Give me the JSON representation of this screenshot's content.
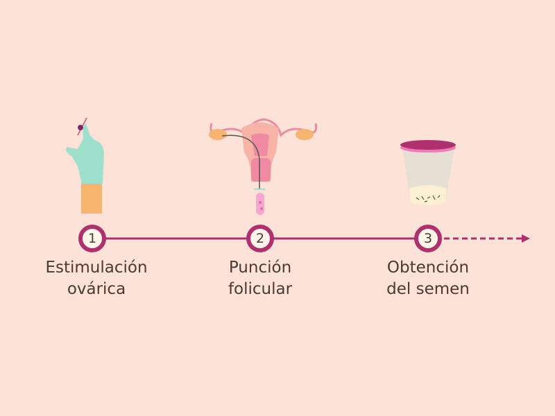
{
  "colors": {
    "background": "#fde2d8",
    "accent": "#b0306f",
    "circle_fill": "#fdf6e8",
    "text": "#4a3a33"
  },
  "steps": [
    {
      "number": "1",
      "line1": "Estimulación",
      "line2": "ovárica",
      "icon": "gloved-hand-injection-icon"
    },
    {
      "number": "2",
      "line1": "Punción",
      "line2": "folicular",
      "icon": "uterus-follicle-puncture-icon"
    },
    {
      "number": "3",
      "line1": "Obtención",
      "line2": "del semen",
      "icon": "semen-sample-cup-icon"
    }
  ]
}
